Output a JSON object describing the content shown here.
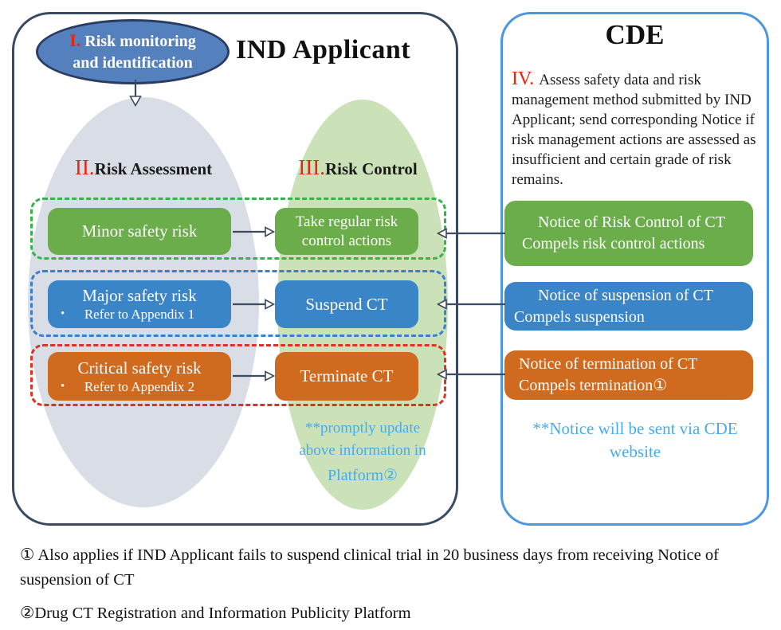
{
  "colors": {
    "green_box": "#6bad4a",
    "blue_box": "#3a84c8",
    "orange_box": "#cf6a1e",
    "dashed_green": "#35b44a",
    "dashed_blue": "#3a7ed0",
    "dashed_red": "#de3322",
    "note_blue": "#45acee",
    "numeral_red": "#e8250d",
    "ind_panel_border": "#3a4a63",
    "cde_panel_border": "#4d96e0",
    "monitoring_ellipse_blue": "#5580be",
    "assessment_ellipse_gray": "#d8dde6",
    "control_ellipse_green": "#cbe2b8",
    "arrow": "#3b4a5e"
  },
  "ind_panel": {
    "title": "IND Applicant",
    "monitoring": {
      "numeral": "I.",
      "line1": "Risk monitoring",
      "line2": "and identification"
    },
    "assessment": {
      "numeral": "II.",
      "label": "Risk Assessment"
    },
    "control": {
      "numeral": "III.",
      "label": "Risk Control"
    },
    "rows": [
      {
        "risk": "Minor safety risk",
        "action_line1": "Take regular risk",
        "action_line2": "control actions"
      },
      {
        "risk": "Major safety risk",
        "bullet": "•",
        "reference": "Refer to Appendix 1",
        "action": "Suspend CT"
      },
      {
        "risk": "Critical safety risk",
        "bullet": "•",
        "reference": "Refer to Appendix 2",
        "action": "Terminate CT"
      }
    ],
    "platform_note": {
      "line1": "**promptly update",
      "line2": "above information in",
      "line3": "Platform②"
    }
  },
  "cde_panel": {
    "title": "CDE",
    "assessment": {
      "numeral": "IV.",
      "text": "Assess safety data and risk management method submitted by IND Applicant; send corresponding Notice if risk management actions are assessed as insufficient and certain grade of risk remains."
    },
    "notices": [
      {
        "line1": "Notice of Risk Control of CT",
        "line2": "Compels risk control actions"
      },
      {
        "line1": "Notice of suspension of CT",
        "line2": "Compels suspension"
      },
      {
        "line1": "Notice of termination of CT",
        "line2": "Compels termination①"
      }
    ],
    "website_note": {
      "line1": "**Notice will be sent via CDE",
      "line2": "website"
    }
  },
  "footnotes": [
    "① Also applies if IND Applicant fails to suspend clinical trial in 20 business days from receiving Notice of suspension of CT",
    "②Drug CT Registration and Information Publicity Platform"
  ]
}
